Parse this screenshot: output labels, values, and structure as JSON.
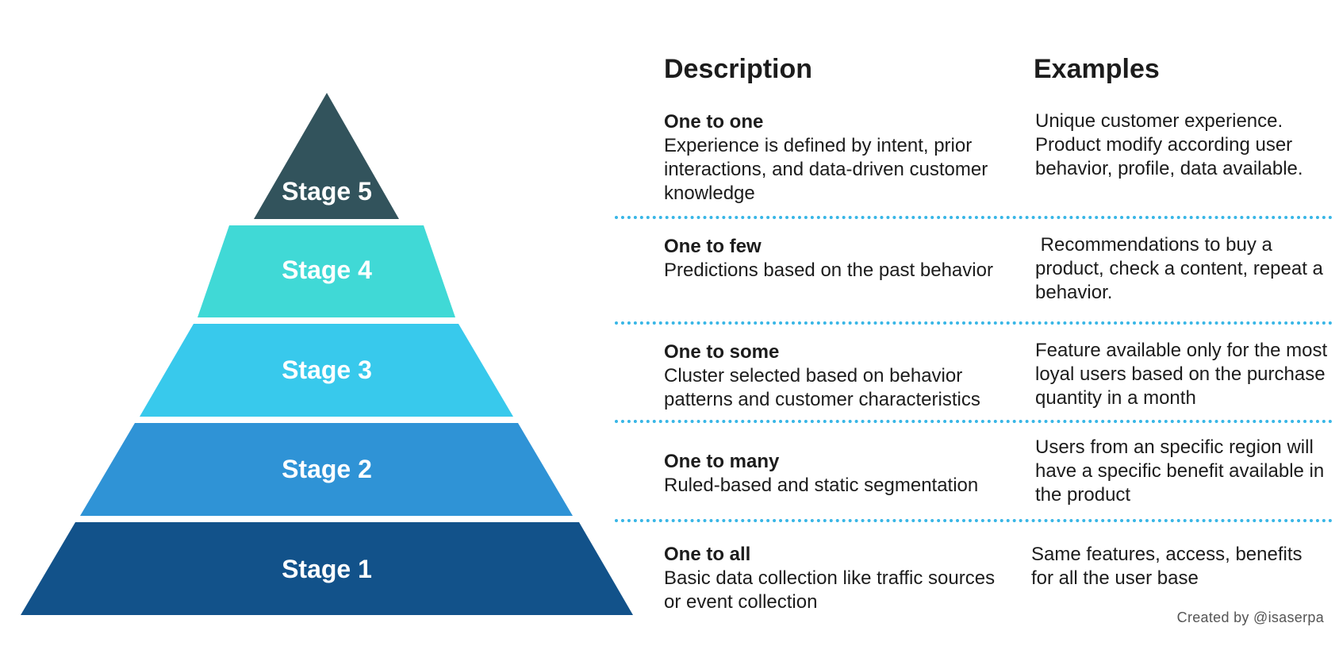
{
  "headers": {
    "description": "Description",
    "examples": "Examples"
  },
  "stages": [
    {
      "label": "Stage 5",
      "color": "#32535c",
      "title": "One to one",
      "description": "Experience is defined by intent, prior interactions, and data-driven customer knowledge",
      "example": "Unique customer experience. Product modify according user behavior, profile, data available."
    },
    {
      "label": "Stage 4",
      "color": "#40d9d6",
      "title": "One to few",
      "description": "Predictions based on the past behavior",
      "example": " Recommendations to buy a product, check a content, repeat a behavior."
    },
    {
      "label": "Stage 3",
      "color": "#38c9ec",
      "title": "One to some",
      "description": "Cluster selected based on behavior patterns and customer characteristics",
      "example": "Feature available only for the most loyal users based on the purchase quantity in a month"
    },
    {
      "label": "Stage 2",
      "color": "#2f93d6",
      "title": "One to many",
      "description": "Ruled-based and static segmentation",
      "example": "Users from an specific region will have a specific benefit available in the product"
    },
    {
      "label": "Stage 1",
      "color": "#12528a",
      "title": "One to all",
      "description": "Basic data collection like traffic sources or event collection",
      "example": "Same features, access, benefits for all the user base"
    }
  ],
  "divider_color": "#38b6e6",
  "credit": "Created by @isaserpa"
}
